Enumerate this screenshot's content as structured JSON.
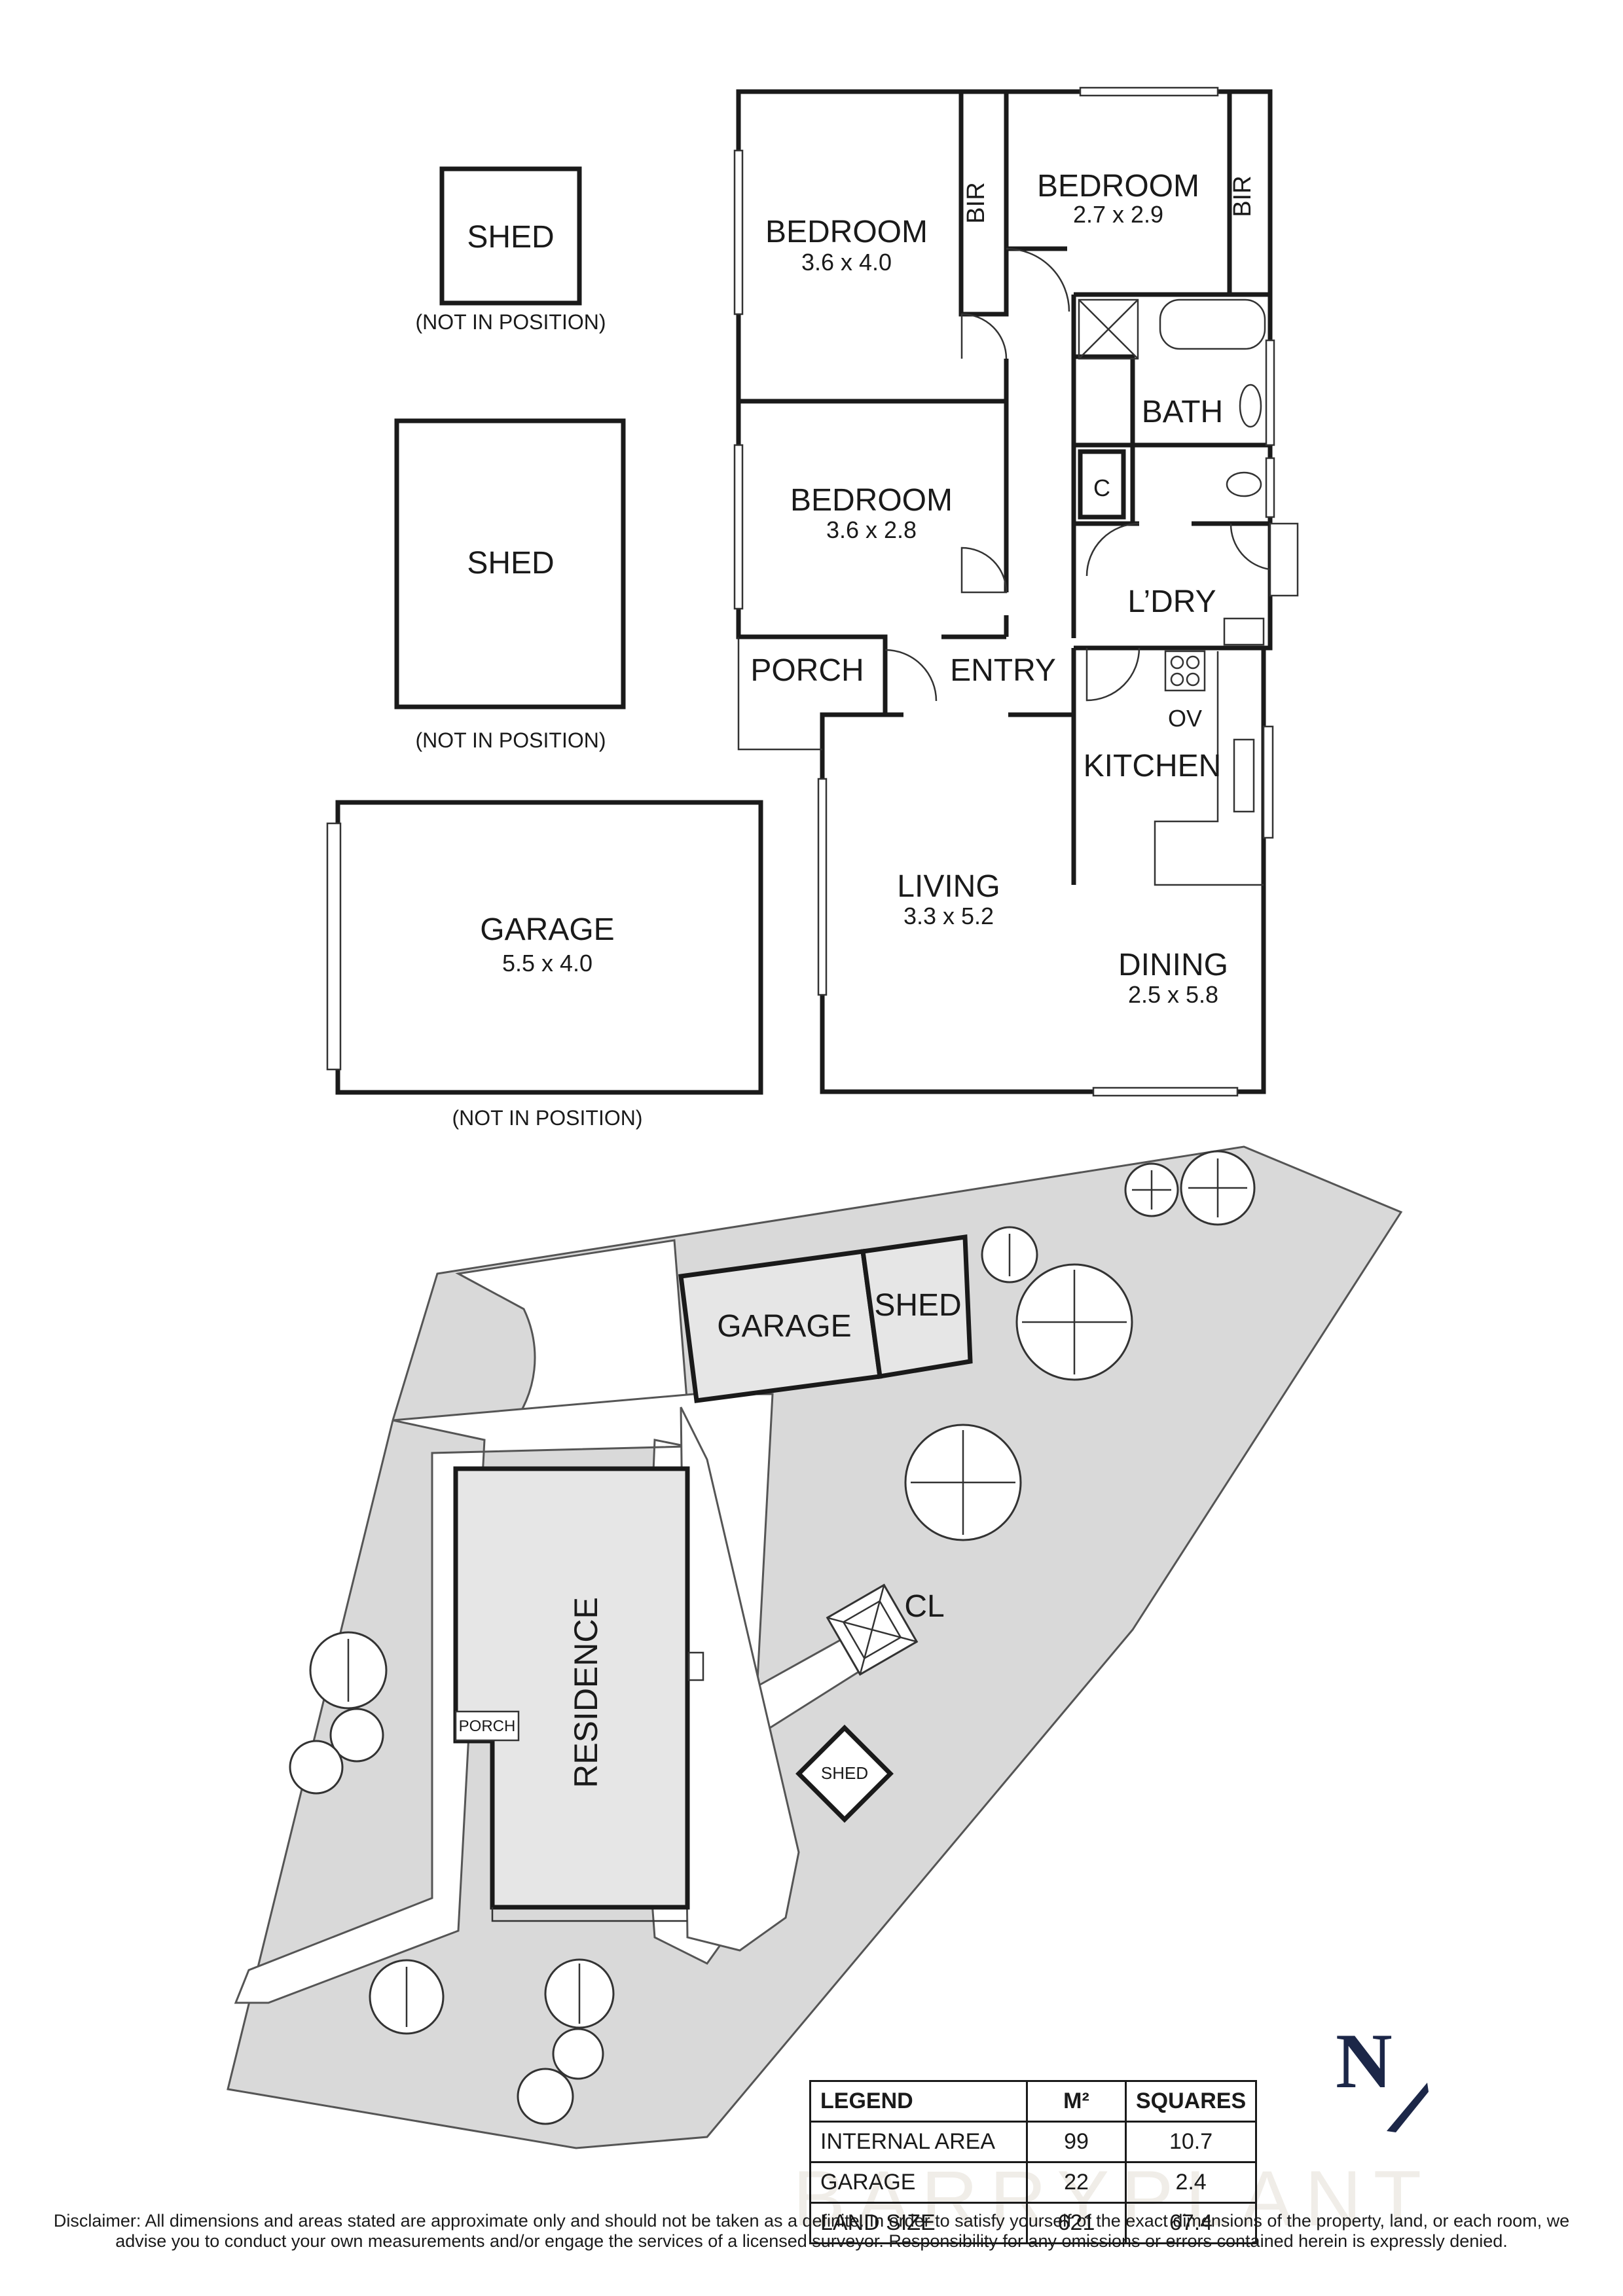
{
  "rooms": {
    "bedroom1": {
      "label": "BEDROOM",
      "dims": "3.6 x 4.0"
    },
    "bedroom2": {
      "label": "BEDROOM",
      "dims": "2.7 x 2.9"
    },
    "bedroom3": {
      "label": "BEDROOM",
      "dims": "3.6 x 2.8"
    },
    "bir": "BIR",
    "bath": "BATH",
    "cupboard": "C",
    "laundry": "L’DRY",
    "porch": "PORCH",
    "entry": "ENTRY",
    "oven": "OV",
    "kitchen": "KITCHEN",
    "living": {
      "label": "LIVING",
      "dims": "3.3 x 5.2"
    },
    "dining": {
      "label": "DINING",
      "dims": "2.5 x 5.8"
    }
  },
  "outbuildings": {
    "shed_small": {
      "label": "SHED",
      "note": "(NOT IN POSITION)"
    },
    "shed_large": {
      "label": "SHED",
      "note": "(NOT IN POSITION)"
    },
    "garage": {
      "label": "GARAGE",
      "dims": "5.5 x 4.0",
      "note": "(NOT IN POSITION)"
    }
  },
  "site_plan": {
    "garage": "GARAGE",
    "shed": "SHED",
    "residence": "RESIDENCE",
    "porch": "PORCH",
    "clothesline": "CL",
    "shed_small": "SHED"
  },
  "legend": {
    "headers": [
      "LEGEND",
      "M²",
      "SQUARES"
    ],
    "rows": [
      {
        "name": "INTERNAL AREA",
        "m2": "99",
        "squares": "10.7"
      },
      {
        "name": "GARAGE",
        "m2": "22",
        "squares": "2.4"
      },
      {
        "name": "LAND SIZE",
        "m2": "621",
        "squares": "67.4"
      }
    ]
  },
  "north": "N",
  "watermark": "BARRYPLANT",
  "disclaimer": "Disclaimer: All dimensions and areas stated are approximate only and should not be taken as a definite. In order to satisfy yourself of the exact dimensions of the property, land, or each room, we advise you to conduct your own measurements and/or engage the services of a licensed surveyor. Responsibility for any omissions or errors contained herein is expressly denied.",
  "colors": {
    "walls": "#1a1a1a",
    "site_fill": "#d9d9d9",
    "north": "#1c2748"
  }
}
